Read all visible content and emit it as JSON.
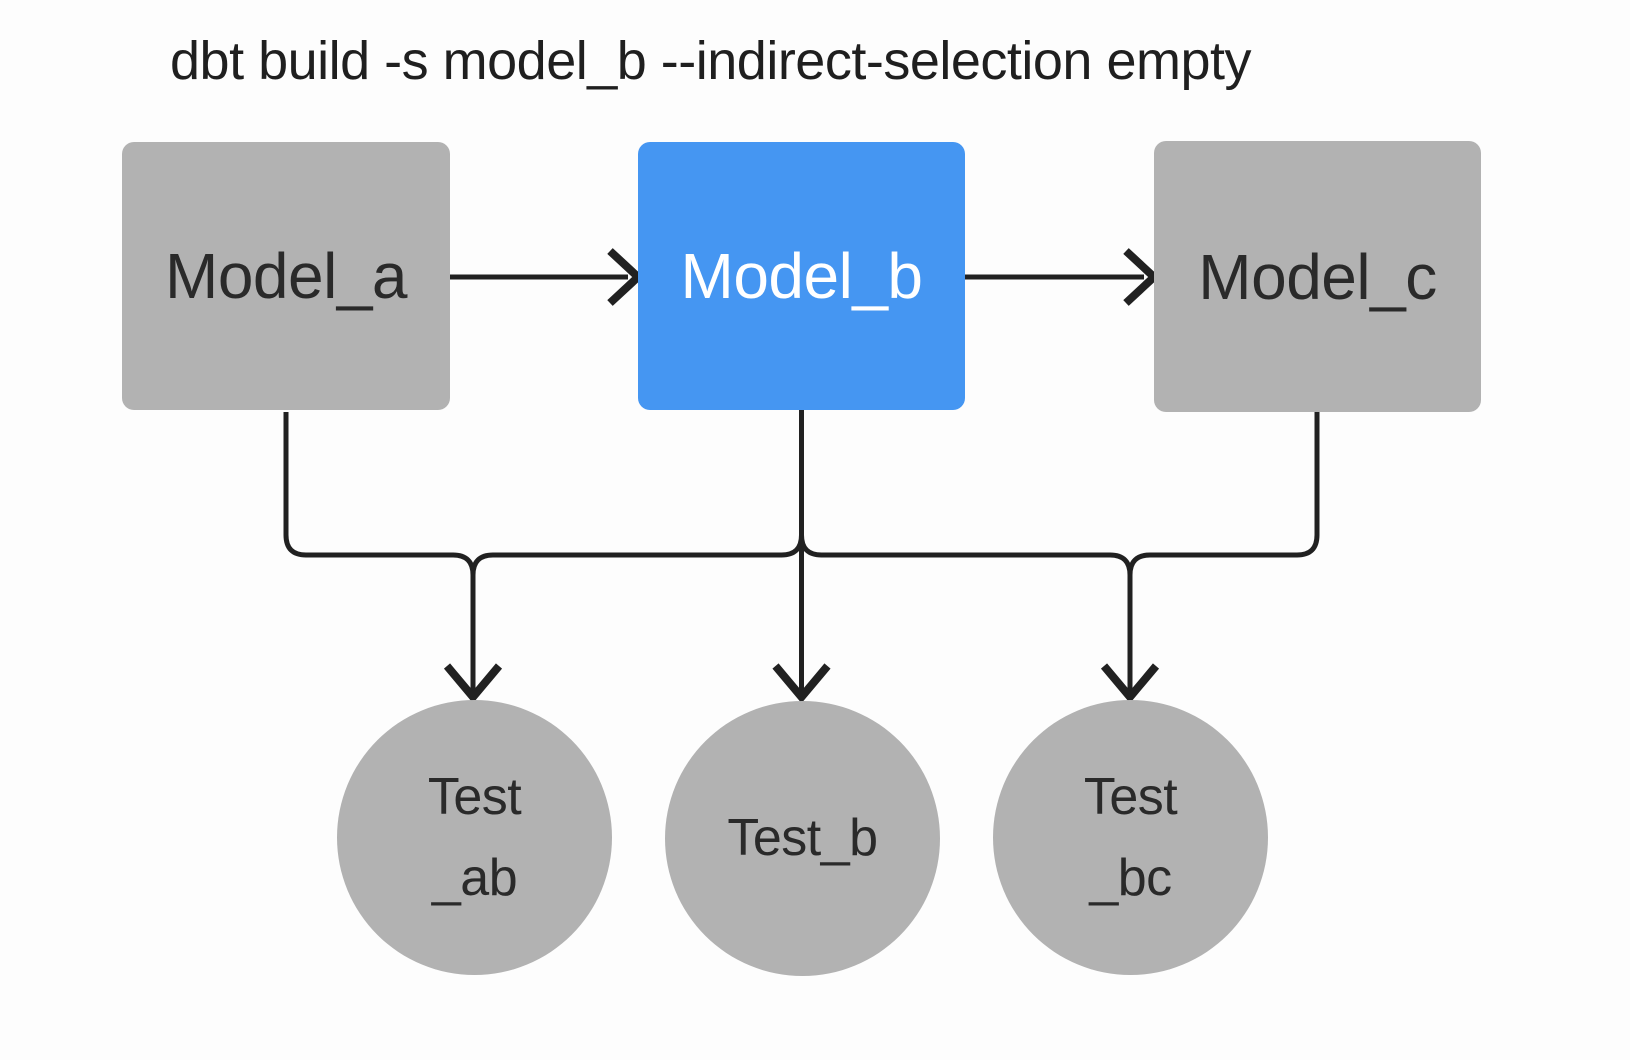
{
  "title": "dbt build -s model_b --indirect-selection empty",
  "diagram": {
    "models": [
      {
        "id": "model_a",
        "label": "Model_a",
        "selected": false
      },
      {
        "id": "model_b",
        "label": "Model_b",
        "selected": true
      },
      {
        "id": "model_c",
        "label": "Model_c",
        "selected": false
      }
    ],
    "tests": [
      {
        "id": "test_ab",
        "label": "Test_ab",
        "lines": [
          "Test",
          "_ab"
        ]
      },
      {
        "id": "test_b",
        "label": "Test_b",
        "lines": [
          "Test_b"
        ]
      },
      {
        "id": "test_bc",
        "label": "Test_bc",
        "lines": [
          "Test",
          "_bc"
        ]
      }
    ],
    "edges": [
      {
        "from": "model_a",
        "to": "model_b"
      },
      {
        "from": "model_b",
        "to": "model_c"
      },
      {
        "from": "model_a",
        "to": "test_ab"
      },
      {
        "from": "model_b",
        "to": "test_ab"
      },
      {
        "from": "model_b",
        "to": "test_b"
      },
      {
        "from": "model_b",
        "to": "test_bc"
      },
      {
        "from": "model_c",
        "to": "test_bc"
      }
    ],
    "colors": {
      "selected_fill": "#4596f2",
      "unselected_fill": "#b2b2b2",
      "edge_stroke": "#212121",
      "selected_text": "#ffffff",
      "unselected_text": "#2a2a2a",
      "title_text": "#1f1f1f",
      "background": "#fdfdfd"
    }
  }
}
